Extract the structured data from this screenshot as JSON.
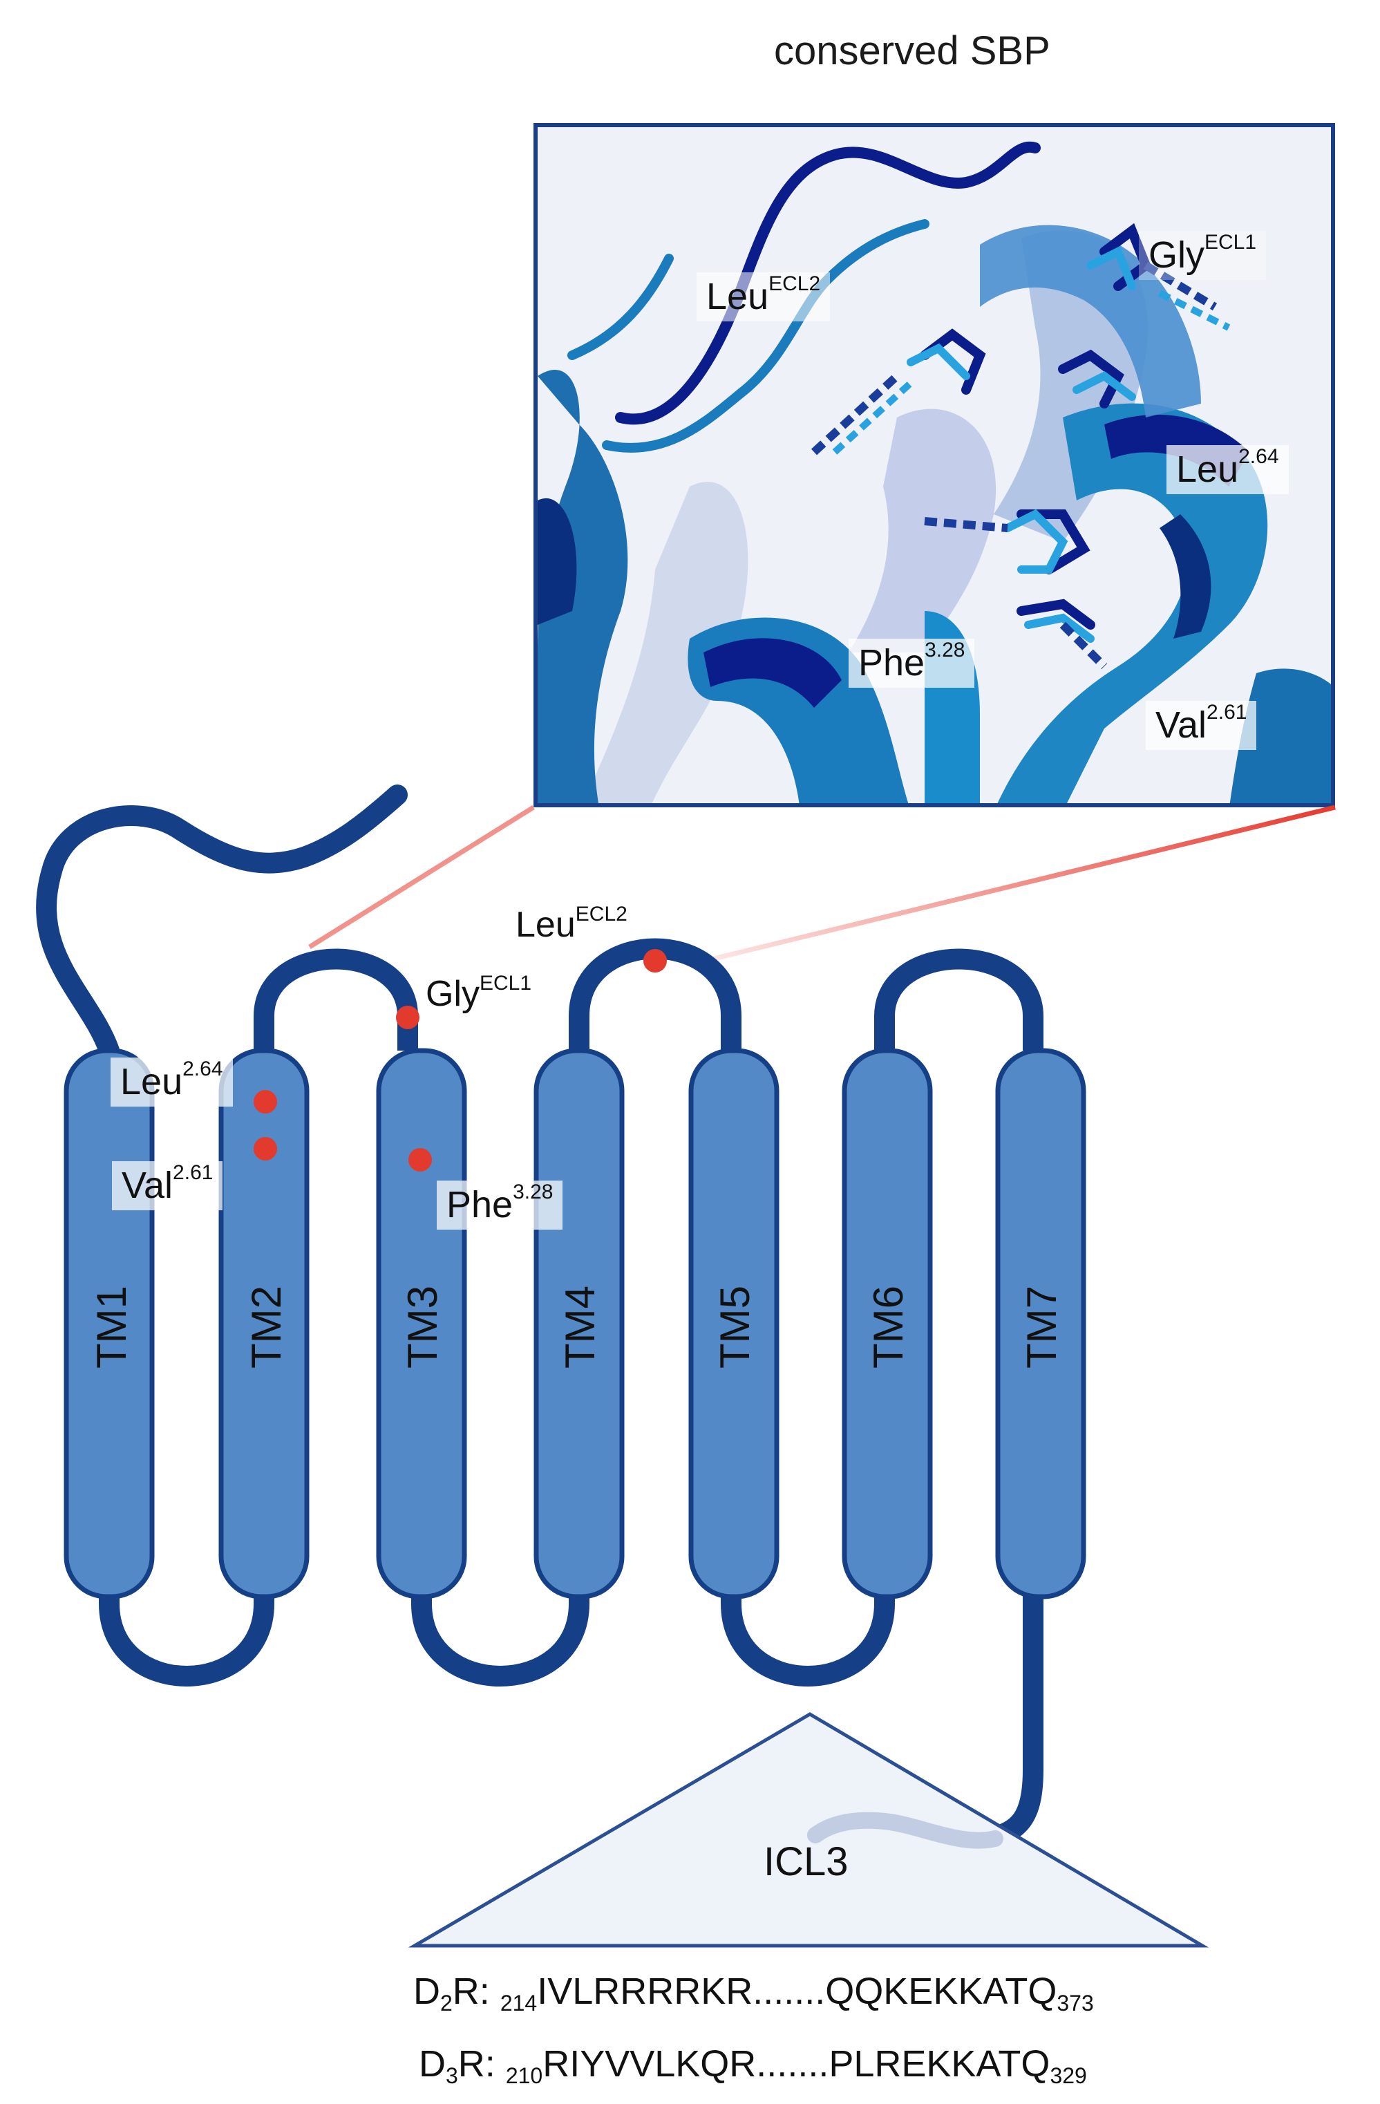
{
  "title": "conserved SBP",
  "inset_labels": {
    "gly": {
      "base": "Gly",
      "sup": "ECL1"
    },
    "leu_ecl2": {
      "base": "Leu",
      "sup": "ECL2"
    },
    "leu264": {
      "base": "Leu",
      "sup": "2.64"
    },
    "phe": {
      "base": "Phe",
      "sup": "3.28"
    },
    "val": {
      "base": "Val",
      "sup": "2.61"
    }
  },
  "diagram_labels": {
    "leu_ecl2": {
      "base": "Leu",
      "sup": "ECL2"
    },
    "gly": {
      "base": "Gly",
      "sup": "ECL1"
    },
    "leu264": {
      "base": "Leu",
      "sup": "2.64"
    },
    "val": {
      "base": "Val",
      "sup": "2.61"
    },
    "phe": {
      "base": "Phe",
      "sup": "3.28"
    }
  },
  "helices": [
    "TM1",
    "TM2",
    "TM3",
    "TM4",
    "TM5",
    "TM6",
    "TM7"
  ],
  "icl3": "ICL3",
  "sequences": [
    {
      "prefix": "D",
      "prefix_sub": "2",
      "rest": "R: ",
      "start": "214",
      "seq": "IVLRRRRKR.......QQKEKKATQ",
      "end": "373"
    },
    {
      "prefix": "D",
      "prefix_sub": "3",
      "rest": "R: ",
      "start": "210",
      "seq": "RIYVVLKQR.......PLREKKATQ",
      "end": "329"
    }
  ],
  "colors": {
    "membrane_line": "#153f86",
    "helix_fill": "#5389c6",
    "residue_dot": "#e23b2e",
    "zoom_line": "#e53a2f",
    "icl3_fill": "#eef2f9"
  }
}
